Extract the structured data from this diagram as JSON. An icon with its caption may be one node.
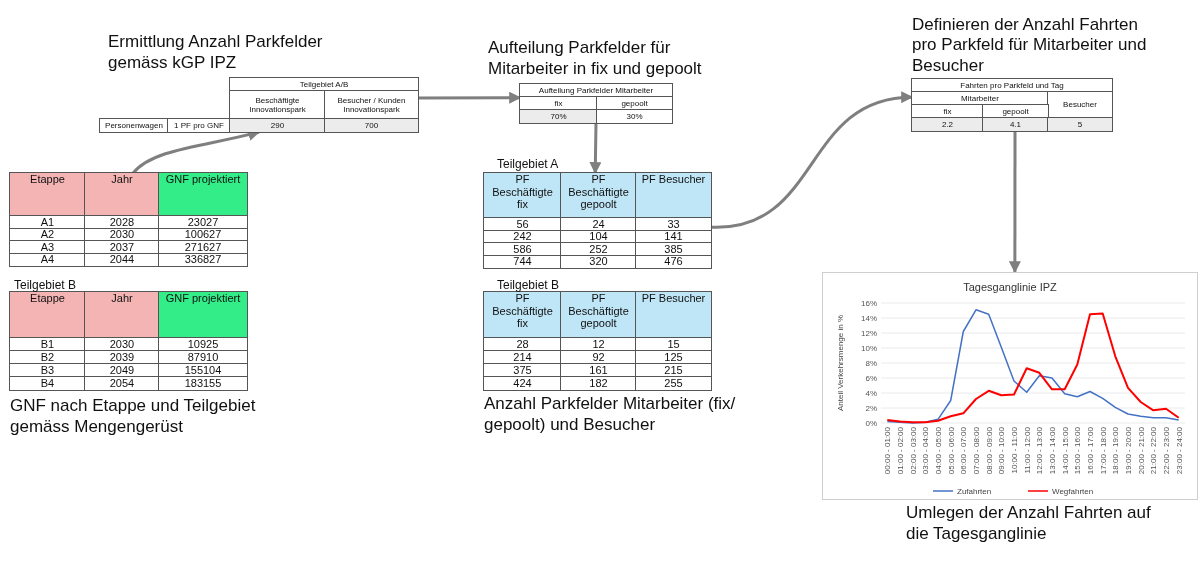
{
  "diagram": {
    "nodes": [
      {
        "text": [
          "Ermittlung Anzahl Parkfelder gemäss kGP IPZ",
          "Teilgebiet A/B",
          "Beschäftigte Innovationspark",
          "Besucher / Kunden Innovationspark",
          "Personenwagen",
          "1 PF pro GNF",
          "290",
          "700"
        ]
      },
      {
        "text": [
          "Aufteilung Parkfelder für Mitarbeiter in fix und gepoolt",
          "Aufteilung Parkfelder Mitarbeiter",
          "fix",
          "gepoolt",
          "70%",
          "30%"
        ]
      },
      {
        "text": [
          "Definieren der Anzahl Fahrten pro Parkfeld für Mitarbeiter und Besucher",
          "Fahrten pro Parkfeld und Tag",
          "Mitarbeiter",
          "Besucher",
          "fix",
          "gepoolt",
          "2.2",
          "4.1",
          "5"
        ]
      },
      {
        "text": [
          "Etappe",
          "Jahr",
          "GNF projektiert",
          "A1",
          "2028",
          "23027",
          "A2",
          "2030",
          "100627",
          "A3",
          "2037",
          "271627",
          "A4",
          "2044",
          "336827"
        ]
      },
      {
        "text": [
          "Teilgebiet B",
          "Etappe",
          "Jahr",
          "GNF projektiert",
          "B1",
          "2030",
          "10925",
          "B2",
          "2039",
          "87910",
          "B3",
          "2049",
          "155104",
          "B4",
          "2054",
          "183155"
        ],
        "beside": [
          "GNF nach Etappe und Teilgebiet gemäss Mengengerüst"
        ]
      },
      {
        "text": [
          "Teilgebiet A",
          "PF Beschäftigte fix",
          "PF Beschäftigte gepoolt",
          "PF Besucher",
          "56",
          "24",
          "33",
          "242",
          "104",
          "141",
          "586",
          "252",
          "385",
          "744",
          "320",
          "476"
        ]
      },
      {
        "text": [
          "Teilgebiet B",
          "PF Beschäftigte fix",
          "PF Beschäftigte gepoolt",
          "PF Besucher",
          "28",
          "12",
          "15",
          "214",
          "92",
          "125",
          "375",
          "161",
          "215",
          "424",
          "182",
          "255"
        ],
        "beside": [
          "Anzahl Parkfelder Mitarbeiter (fix/ gepoolt) und Besucher"
        ]
      },
      {
        "text": [],
        "shape": "box",
        "beside": [
          "Umlegen der Anzahl Fahrten auf die Tagesganglinie"
        ]
      }
    ],
    "edges": [
      {
        "from": 3,
        "to": 0,
        "arrow": "to"
      },
      {
        "from": 0,
        "to": 1,
        "arrow": "to"
      },
      {
        "from": 1,
        "to": 5,
        "arrow": "to"
      },
      {
        "from": 5,
        "to": 2,
        "arrow": "to"
      },
      {
        "from": 2,
        "to": 7,
        "arrow": "to"
      }
    ],
    "chart_data": {
      "type": "line",
      "title": "Tagesganglinie IPZ",
      "ylabel": "Anteil Verkehrsmenge in %",
      "categories": [
        "00:00 - 01:00",
        "01:00 - 02:00",
        "02:00 - 03:00",
        "03:00 - 04:00",
        "04:00 - 05:00",
        "05:00 - 06:00",
        "06:00 - 07:00",
        "07:00 - 08:00",
        "08:00 - 09:00",
        "09:00 - 10:00",
        "10:00 - 11:00",
        "11:00 - 12:00",
        "12:00 - 13:00",
        "13:00 - 14:00",
        "14:00 - 15:00",
        "15:00 - 16:00",
        "16:00 - 17:00",
        "17:00 - 18:00",
        "18:00 - 19:00",
        "19:00 - 20:00",
        "20:00 - 21:00",
        "21:00 - 22:00",
        "22:00 - 23:00",
        "23:00 - 24:00"
      ],
      "ylim": [
        0,
        16
      ],
      "grid": true,
      "legend": "bottom",
      "yticks": [
        {
          "value": 0,
          "label": "0%"
        },
        {
          "value": 2,
          "label": "2%"
        },
        {
          "value": 4,
          "label": "4%"
        },
        {
          "value": 6,
          "label": "6%"
        },
        {
          "value": 8,
          "label": "8%"
        },
        {
          "value": 10,
          "label": "10%"
        },
        {
          "value": 12,
          "label": "12%"
        },
        {
          "value": 14,
          "label": "14%"
        },
        {
          "value": 16,
          "label": "16%"
        }
      ],
      "series": [
        {
          "name": "Zufahrten",
          "color": "#4472c4",
          "values": [
            0.2,
            0.1,
            0.0,
            0.1,
            0.5,
            3.0,
            12.2,
            15.1,
            14.5,
            10.1,
            5.6,
            4.1,
            6.3,
            6.0,
            3.9,
            3.5,
            4.2,
            3.3,
            2.1,
            1.2,
            0.9,
            0.7,
            0.7,
            0.4
          ]
        },
        {
          "name": "Wegfahrten",
          "color": "#ff0000",
          "values": [
            0.4,
            0.2,
            0.1,
            0.1,
            0.3,
            0.9,
            1.3,
            3.2,
            4.3,
            3.7,
            3.8,
            7.3,
            6.7,
            4.5,
            4.5,
            7.8,
            14.5,
            14.6,
            8.9,
            4.7,
            2.8,
            1.7,
            1.9,
            0.7
          ]
        }
      ]
    }
  }
}
